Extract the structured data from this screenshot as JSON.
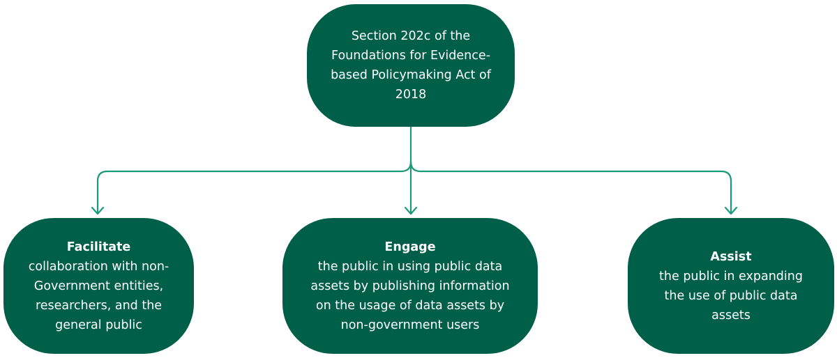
{
  "root": {
    "text": "Section 202c of the Foundations for Evidence-based Policymaking Act of 2018"
  },
  "children": [
    {
      "title": "Facilitate",
      "text": "collaboration with non-Government entities, researchers, and the general public"
    },
    {
      "title": "Engage",
      "text": "the public in using public data assets by publishing information on the usage of data assets by non-government users"
    },
    {
      "title": "Assist",
      "text": "the public in expanding the use of public data assets"
    }
  ],
  "colors": {
    "node_fill": "#005f48",
    "connector": "#1a9a78",
    "text": "#ffffff"
  }
}
